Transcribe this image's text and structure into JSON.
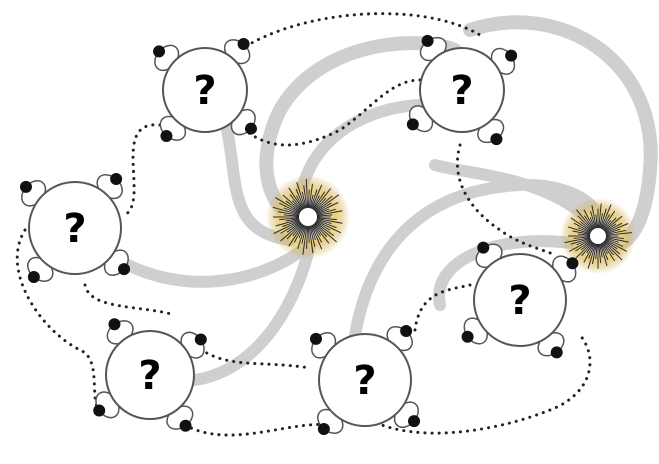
{
  "diagram": {
    "tables": [
      {
        "id": "table-top-left",
        "symbol": "?"
      },
      {
        "id": "table-top-right",
        "symbol": "?"
      },
      {
        "id": "table-mid-left",
        "symbol": "?"
      },
      {
        "id": "table-bottom-left",
        "symbol": "?"
      },
      {
        "id": "table-bottom-center",
        "symbol": "?"
      },
      {
        "id": "table-right",
        "symbol": "?"
      }
    ],
    "colors": {
      "background": "#ffffff",
      "table_fill": "#ffffff",
      "table_stroke": "#555555",
      "dotted_path": "#222222",
      "swirl": "#cfcfcf",
      "burst_gold": "#c9a23a",
      "burst_dark": "#2a2a2a"
    },
    "icons": [
      "seated-person-icon",
      "starburst-icon"
    ]
  }
}
